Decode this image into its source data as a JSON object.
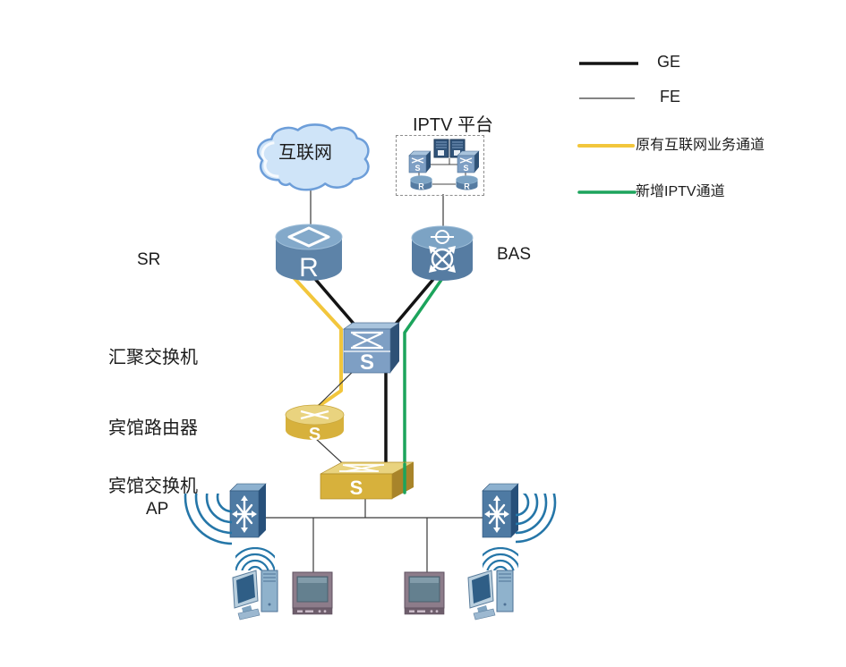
{
  "diagram": {
    "internet_cloud": {
      "label": "互联网"
    },
    "iptv_platform": {
      "label": "IPTV 平台",
      "mini_switch_symbol": "S",
      "mini_router_symbol": "R"
    },
    "sr_router": {
      "label": "SR",
      "symbol": "R"
    },
    "bas": {
      "label": "BAS"
    },
    "aggregation_switch": {
      "label": "汇聚交换机",
      "symbol": "S"
    },
    "hotel_router": {
      "label": "宾馆路由器",
      "symbol": "S"
    },
    "hotel_switch": {
      "label": "宾馆交换机",
      "symbol": "S"
    },
    "access_point": {
      "label": "AP"
    }
  },
  "legend": {
    "items": [
      {
        "id": "ge",
        "label": "GE",
        "color": "#141414",
        "thickness": 3.5
      },
      {
        "id": "fe",
        "label": "FE",
        "color": "#3a3a3a",
        "thickness": 1.2
      },
      {
        "id": "existing-internet-channel",
        "label": "原有互联网业务通道",
        "color": "#F2C63C",
        "thickness": 4
      },
      {
        "id": "new-iptv-channel",
        "label": "新增IPTV通道",
        "color": "#1CA45C",
        "thickness": 3.5
      }
    ]
  },
  "link_colors": {
    "ge": "#141414",
    "fe": "#3a3a3a",
    "existing_internet_channel": "#F2C63C",
    "new_iptv_channel": "#1CA45C"
  }
}
